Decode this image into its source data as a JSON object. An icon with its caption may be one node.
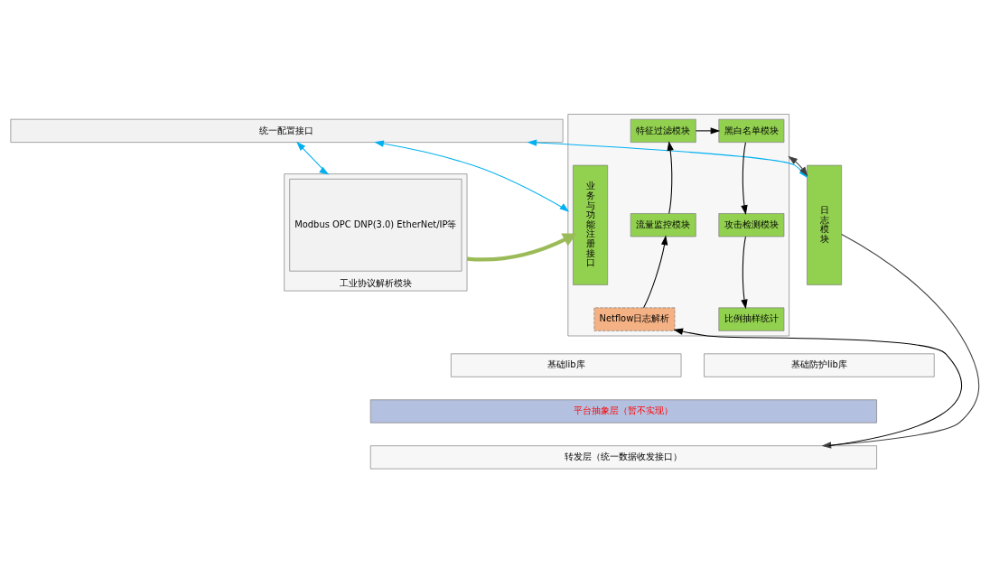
{
  "diagram": {
    "nodes": [
      {
        "text": [
          "统一配置接口"
        ]
      },
      {
        "text": [
          "工业协议解析模块"
        ]
      },
      {
        "text": [
          "Modbus OPC DNP(3.0) EtherNet/IP等"
        ],
        "in": 1
      },
      {
        "text": [],
        "shape": "box"
      },
      {
        "text": [
          "业务与功能注册接口"
        ],
        "in": 3
      },
      {
        "text": [
          "特征过滤模块"
        ],
        "in": 3
      },
      {
        "text": [
          "流量监控模块"
        ],
        "in": 3
      },
      {
        "text": [
          "Netflow日志解析"
        ],
        "in": 3
      },
      {
        "text": [
          "黑白名单模块"
        ],
        "in": 3
      },
      {
        "text": [
          "攻击检测模块"
        ],
        "in": 3
      },
      {
        "text": [
          "比例抽样统计"
        ],
        "in": 3
      },
      {
        "text": [
          "日志模块"
        ]
      },
      {
        "text": [
          "基础lib库"
        ]
      },
      {
        "text": [
          "基础防护lib库"
        ]
      },
      {
        "text": [
          "平台抽象层（暂不实现）"
        ]
      },
      {
        "text": [
          "转发层（统一数据收发接口）"
        ]
      }
    ],
    "edges": [
      {
        "from": 0,
        "to": 1,
        "arrow": "both",
        "color": "#00b0f0"
      },
      {
        "from": 0,
        "to": 3,
        "arrow": "both",
        "color": "#00b0f0"
      },
      {
        "from": 0,
        "to": 11,
        "arrow": "both",
        "color": "#00b0f0"
      },
      {
        "from": 1,
        "to": 4,
        "arrow": "to",
        "style": "thick",
        "color": "#9bbb59"
      },
      {
        "from": 5,
        "to": 8,
        "arrow": "to"
      },
      {
        "from": 8,
        "to": 9,
        "arrow": "to"
      },
      {
        "from": 9,
        "to": 10,
        "arrow": "to"
      },
      {
        "from": 7,
        "to": 6,
        "arrow": "to"
      },
      {
        "from": 6,
        "to": 5,
        "arrow": "to"
      },
      {
        "from": 15,
        "to": 7,
        "arrow": "to"
      },
      {
        "from": 3,
        "to": 11,
        "arrow": "both",
        "color": "#404040"
      },
      {
        "from": 11,
        "to": 15,
        "arrow": "to",
        "color": "#404040"
      }
    ]
  }
}
